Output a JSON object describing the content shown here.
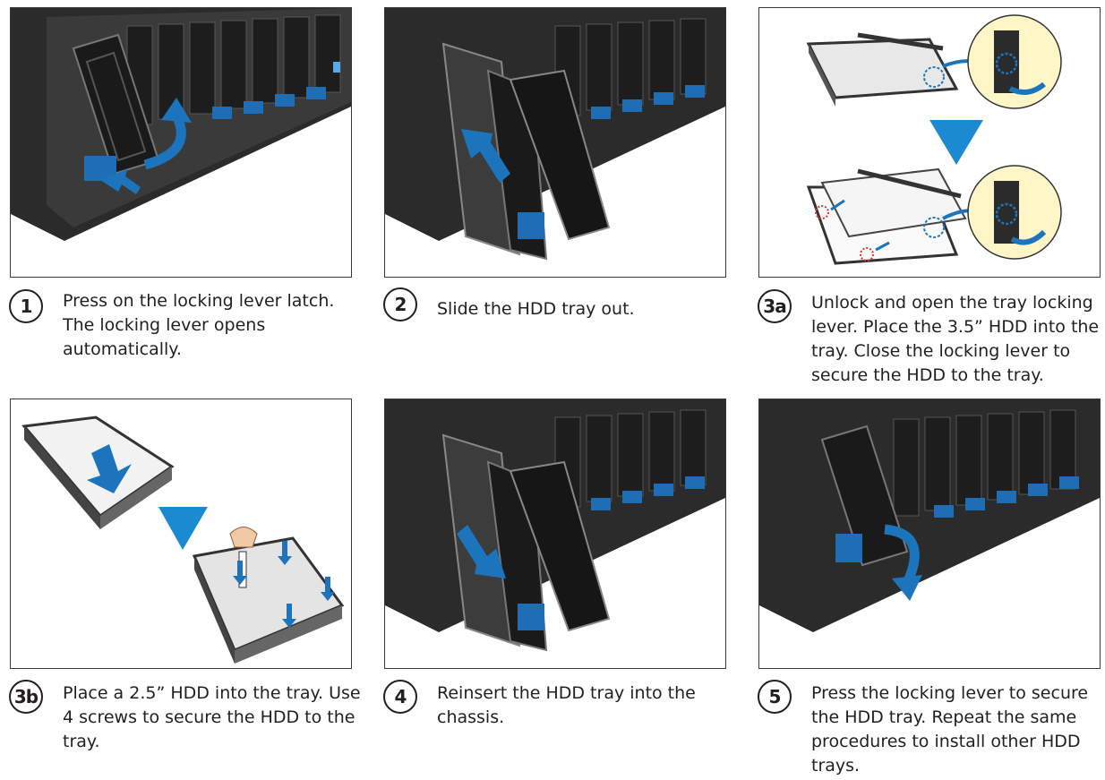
{
  "steps": [
    {
      "number": "1",
      "caption": "Press on the locking lever latch.\nThe locking lever opens\nautomatically."
    },
    {
      "number": "2",
      "caption": "Slide the HDD tray out."
    },
    {
      "number": "3a",
      "caption": "Unlock and open the tray locking\nlever. Place the 3.5” HDD into the\ntray. Close the locking lever to\nsecure the HDD to the tray."
    },
    {
      "number": "3b",
      "caption": "Place a 2.5” HDD into the tray. Use\n4 screws to secure the HDD to the\ntray."
    },
    {
      "number": "4",
      "caption": "Reinsert the HDD tray into the\nchassis."
    },
    {
      "number": "5",
      "caption": "Press the locking lever to secure\nthe HDD tray. Repeat the same\nprocedures to install other HDD\ntrays."
    }
  ],
  "colors": {
    "accent": "#1f6db5",
    "arrow_blue": "#1c75bc",
    "chassis_dark": "#2b2b2b",
    "callout_yellow": "#fff6c8"
  }
}
